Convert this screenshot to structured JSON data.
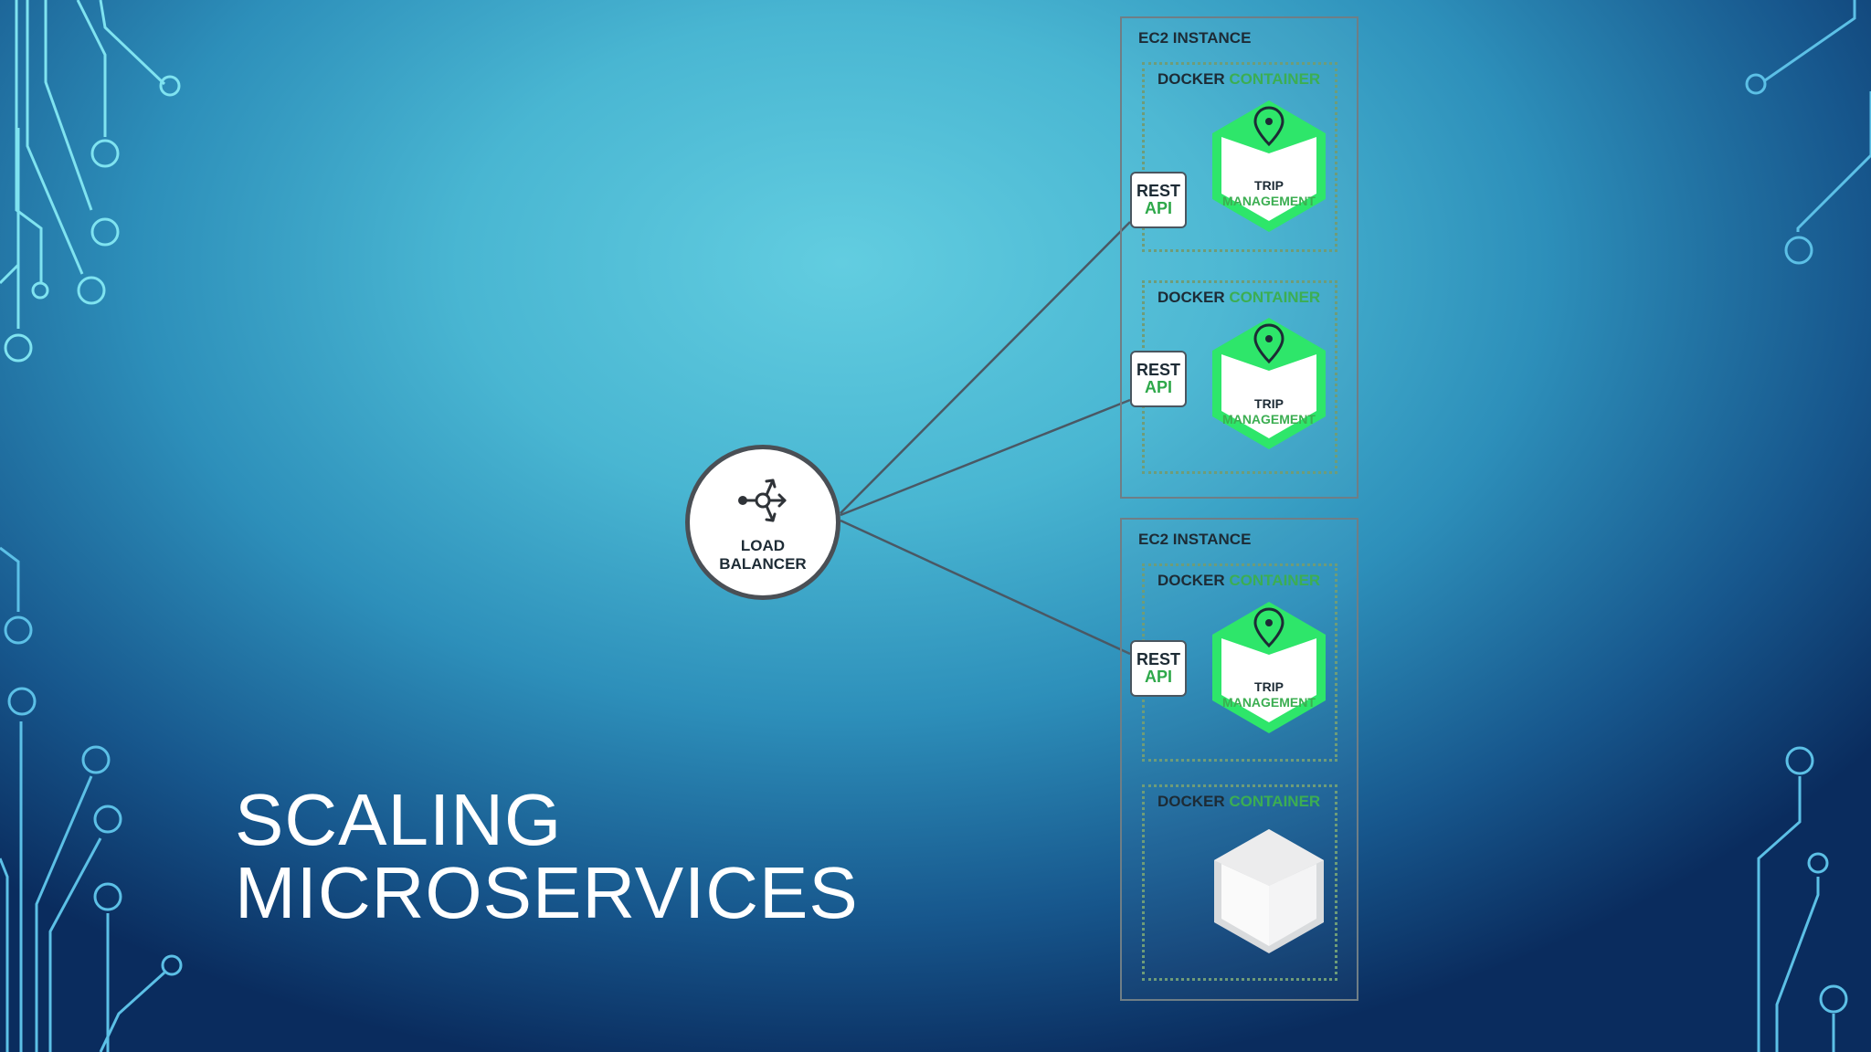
{
  "title": {
    "line1": "SCALING",
    "line2": "MICROSERVICES"
  },
  "load_balancer": {
    "line1": "LOAD",
    "line2": "BALANCER",
    "icon": "load-balancer-icon"
  },
  "ec2_instances": [
    {
      "label": "EC2 INSTANCE"
    },
    {
      "label": "EC2 INSTANCE"
    }
  ],
  "containers": [
    {
      "docker": "DOCKER",
      "container": "CONTAINER",
      "service_line1": "TRIP",
      "service_line2": "MANAGEMENT",
      "api_line1": "REST",
      "api_line2": "API"
    },
    {
      "docker": "DOCKER",
      "container": "CONTAINER",
      "service_line1": "TRIP",
      "service_line2": "MANAGEMENT",
      "api_line1": "REST",
      "api_line2": "API"
    },
    {
      "docker": "DOCKER",
      "container": "CONTAINER",
      "service_line1": "TRIP",
      "service_line2": "MANAGEMENT",
      "api_line1": "REST",
      "api_line2": "API"
    },
    {
      "docker": "DOCKER",
      "container": "CONTAINER"
    }
  ],
  "colors": {
    "accent_green": "#2ee66a",
    "text_dark": "#1d2b35",
    "label_green": "#3cae52"
  }
}
